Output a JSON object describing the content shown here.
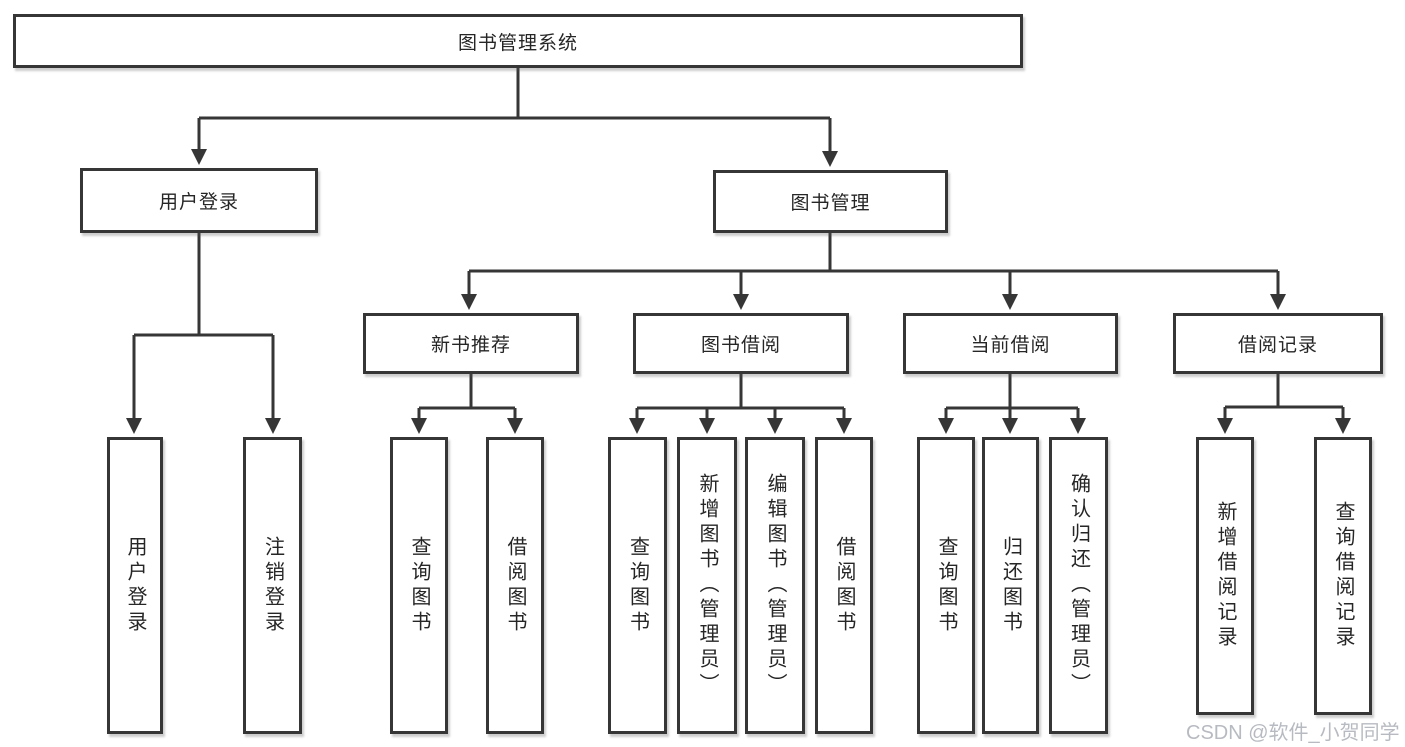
{
  "diagram": {
    "title": "图书管理系统",
    "user_login": {
      "label": "用户登录",
      "children": [
        {
          "label": "用户登录"
        },
        {
          "label": "注销登录"
        }
      ]
    },
    "book_management": {
      "label": "图书管理",
      "sections": [
        {
          "label": "新书推荐",
          "children": [
            {
              "label": "查询图书"
            },
            {
              "label": "借阅图书"
            }
          ]
        },
        {
          "label": "图书借阅",
          "children": [
            {
              "label": "查询图书"
            },
            {
              "label": "新增图书（管理员）"
            },
            {
              "label": "编辑图书（管理员）"
            },
            {
              "label": "借阅图书"
            }
          ]
        },
        {
          "label": "当前借阅",
          "children": [
            {
              "label": "查询图书"
            },
            {
              "label": "归还图书"
            },
            {
              "label": "确认归还（管理员）"
            }
          ]
        },
        {
          "label": "借阅记录",
          "children": [
            {
              "label": "新增借阅记录"
            },
            {
              "label": "查询借阅记录"
            }
          ]
        }
      ]
    }
  },
  "watermark": {
    "text": "CSDN @软件_小贺同学"
  },
  "colors": {
    "line": "#363636",
    "box_border": "#363636",
    "box_fill": "#ffffff",
    "text": "#262626",
    "watermark": "#b7bbc1",
    "background": "#ffffff"
  }
}
